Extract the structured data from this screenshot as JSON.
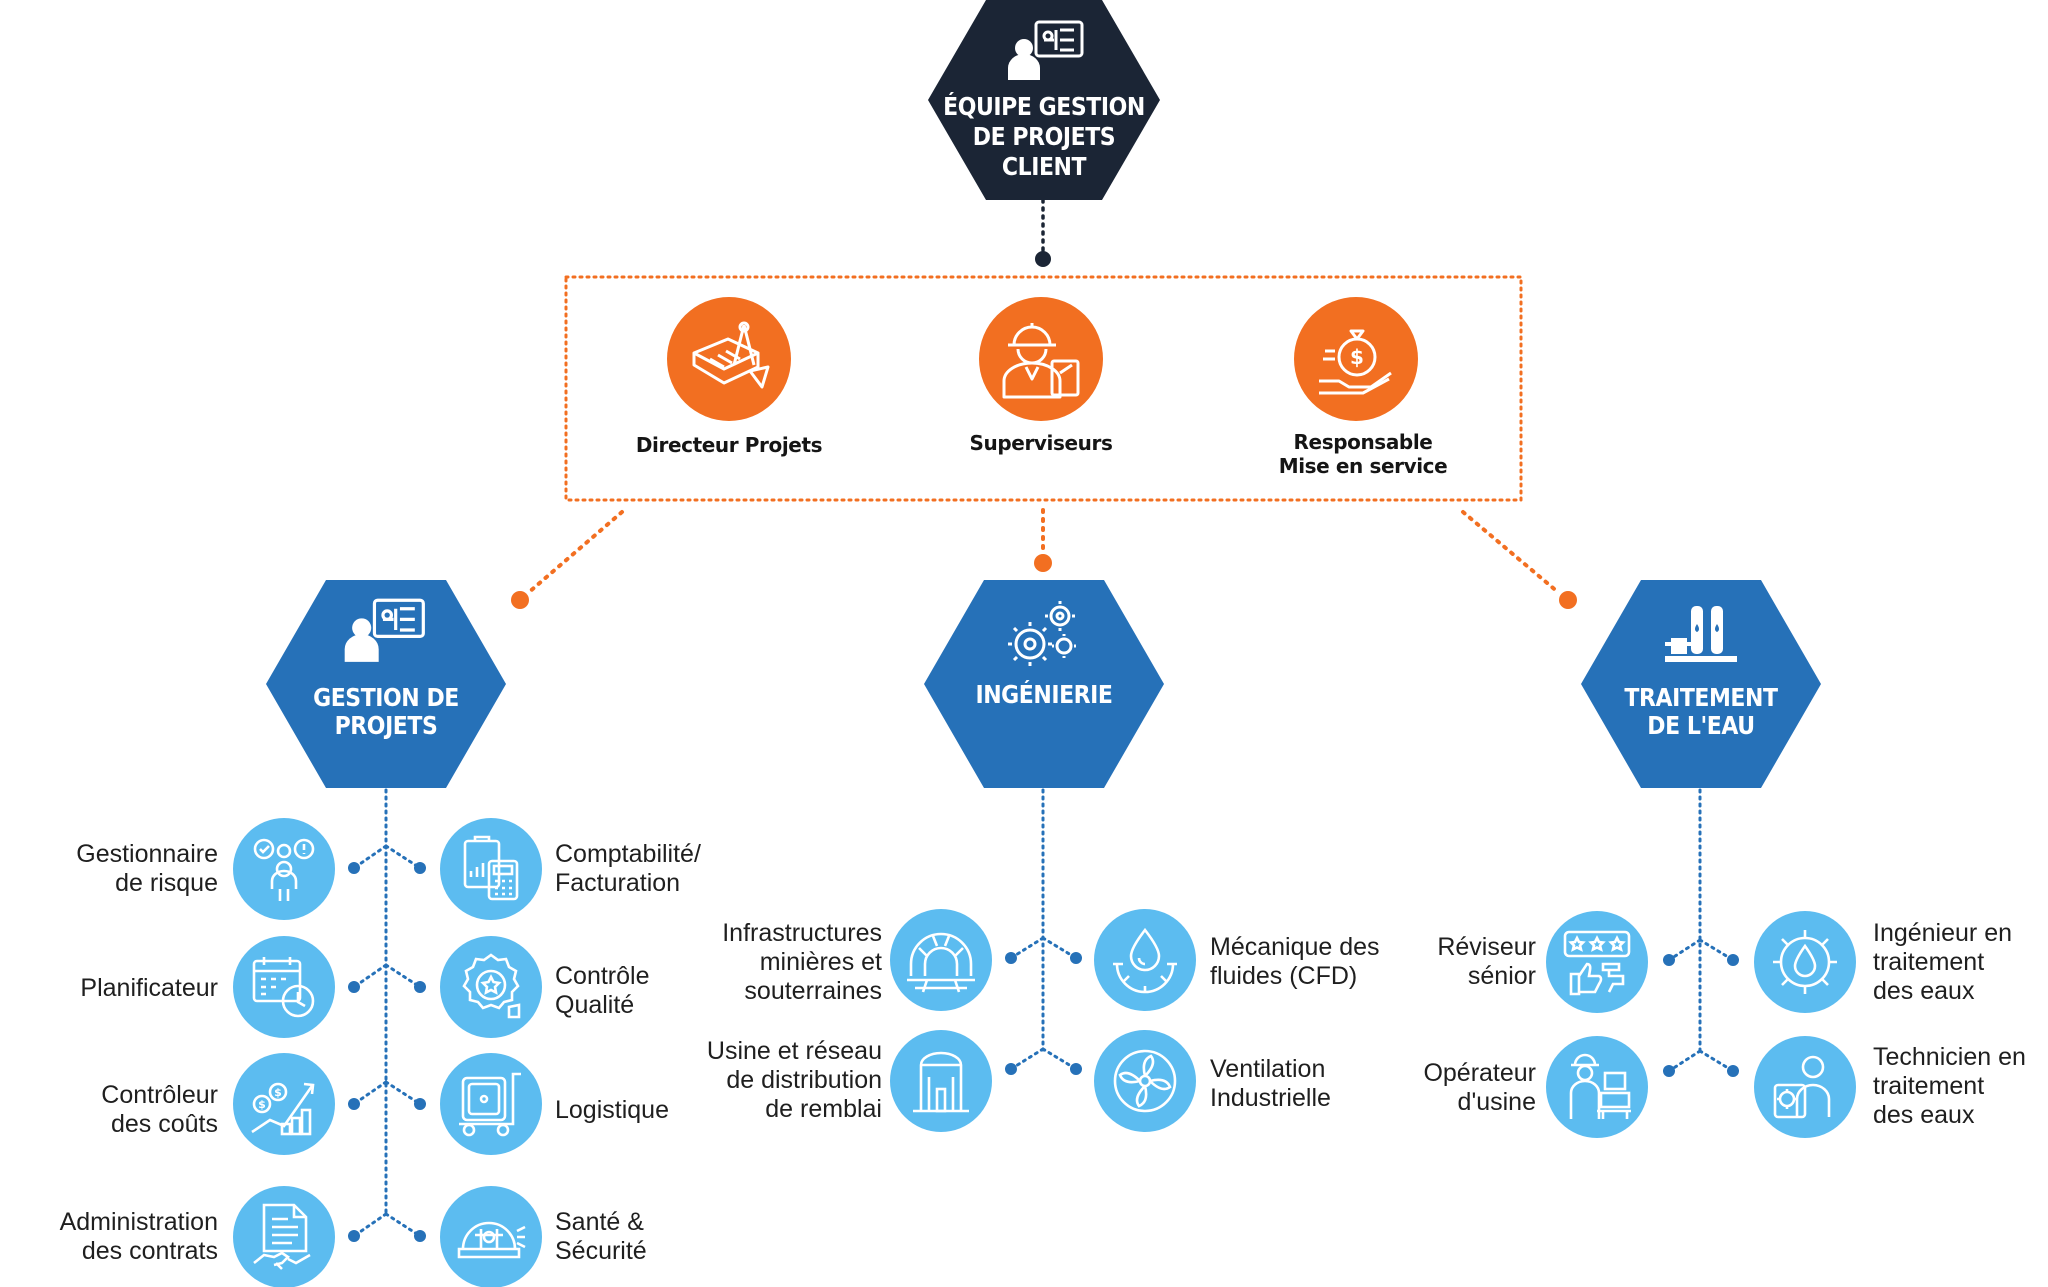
{
  "top": {
    "title": "ÉQUIPE GESTION\nDE PROJETS\nCLIENT",
    "icon": "project-management-icon"
  },
  "management": {
    "roles": [
      {
        "label": "Directeur Projets",
        "icon": "blueprint-icon"
      },
      {
        "label": "Superviseurs",
        "icon": "engineer-icon"
      },
      {
        "label": "Responsable\nMise en service",
        "icon": "money-bag-icon"
      }
    ]
  },
  "branches": {
    "gestion": {
      "title": "GESTION DE\nPROJETS",
      "icon": "project-management-icon",
      "items": [
        {
          "label": "Gestionnaire\nde risque",
          "icon": "risk-team-icon"
        },
        {
          "label": "Comptabilité/\nFacturation",
          "icon": "calculator-icon"
        },
        {
          "label": "Planificateur",
          "icon": "calendar-clock-icon"
        },
        {
          "label": "Contrôle\nQualité",
          "icon": "quality-badge-icon"
        },
        {
          "label": "Contrôleur\ndes coûts",
          "icon": "cost-growth-icon"
        },
        {
          "label": "Logistique",
          "icon": "cart-icon"
        },
        {
          "label": "Administration\ndes contrats",
          "icon": "contract-icon"
        },
        {
          "label": "Santé &\nSécurité",
          "icon": "hard-hat-icon"
        }
      ]
    },
    "ingenierie": {
      "title": "INGÉNIERIE",
      "icon": "gears-icon",
      "items": [
        {
          "label": "Infrastructures\nminières et\nsouterraines",
          "icon": "tunnel-icon"
        },
        {
          "label": "Mécanique des\nfluides (CFD)",
          "icon": "fluid-gear-icon"
        },
        {
          "label": "Usine et réseau\nde distribution\nde remblai",
          "icon": "silo-icon"
        },
        {
          "label": "Ventilation\nIndustrielle",
          "icon": "fan-icon"
        }
      ]
    },
    "eau": {
      "title": "TRAITEMENT\nDE L'EAU",
      "icon": "water-plant-icon",
      "items": [
        {
          "label": "Réviseur\nsénior",
          "icon": "review-stars-icon"
        },
        {
          "label": "Ingénieur en\ntraitement\ndes eaux",
          "icon": "water-gear-icon"
        },
        {
          "label": "Opérateur\nd'usine",
          "icon": "plant-operator-icon"
        },
        {
          "label": "Technicien en\ntraitement\ndes eaux",
          "icon": "technician-icon"
        }
      ]
    }
  },
  "colors": {
    "dark": "#1b2535",
    "blue": "#2671b8",
    "light_blue": "#5cbcf0",
    "orange": "#f26f21",
    "dot_blue": "#2671b8"
  }
}
